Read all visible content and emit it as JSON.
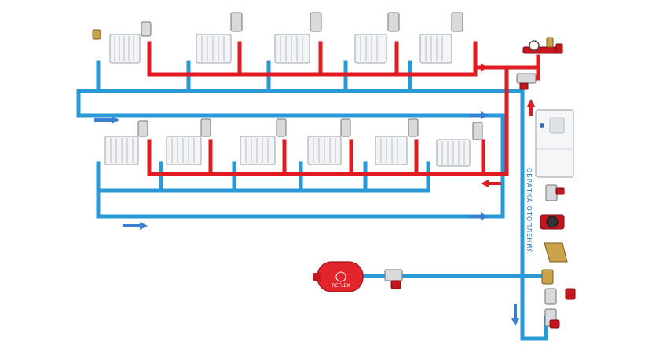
{
  "diagram": {
    "return_line_label": "ОБРАТКА ОТОПЛЕНИЯ",
    "tank_brand": "REFLEX",
    "colors": {
      "supply": "#e01b22",
      "return": "#2a9ad6",
      "boiler": "#f4f6f7",
      "tank": "#e2242b"
    },
    "upper_floor_radiators": 5,
    "lower_floor_radiators": 6
  }
}
